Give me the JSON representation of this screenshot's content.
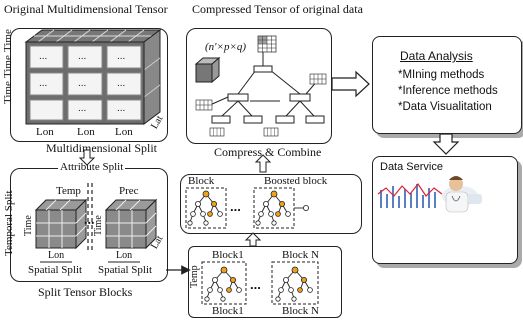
{
  "titles": {
    "original": "Original Multidimensional Tensor",
    "compressed": "Compressed Tensor of original data"
  },
  "tensor": {
    "axis_time": "Time",
    "axis_lon": "Lon",
    "axis_lat": "Lat",
    "cell_text": "...",
    "caption": "Multidimensional Split"
  },
  "split": {
    "attribute": "Attribute Split",
    "temporal": "Temporal Split",
    "temp": "Temp",
    "prec": "Prec",
    "time": "Time",
    "lon": "Lon",
    "lat": "Lat",
    "spatial": "Spatial Split",
    "caption": "Split Tensor Blocks"
  },
  "compress": {
    "formula": "(n'×p×q)",
    "caption": "Compress & Combine"
  },
  "boosted": {
    "block": "Block",
    "boosted_block": "Boosted block"
  },
  "blocks": {
    "block1": "Block1",
    "blockn": "Block N",
    "temp": "Temp"
  },
  "analysis": {
    "title": "Data Analysis",
    "items": [
      "*MIning methods",
      "*Inference methods",
      "*Data Visualitation"
    ]
  },
  "service": {
    "title": "Data Service"
  }
}
